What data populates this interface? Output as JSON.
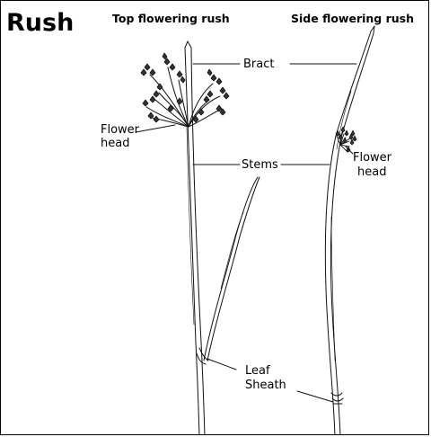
{
  "title": "Rush",
  "columns": {
    "left": "Top flowering rush",
    "right": "Side flowering rush"
  },
  "labels": {
    "bract": "Bract",
    "flower_head_left_1": "Flower",
    "flower_head_left_2": "head",
    "stems": "Stems",
    "flower_head_right_1": "Flower",
    "flower_head_right_2": "head",
    "leaf_sheath_1": "Leaf",
    "leaf_sheath_2": "Sheath"
  }
}
